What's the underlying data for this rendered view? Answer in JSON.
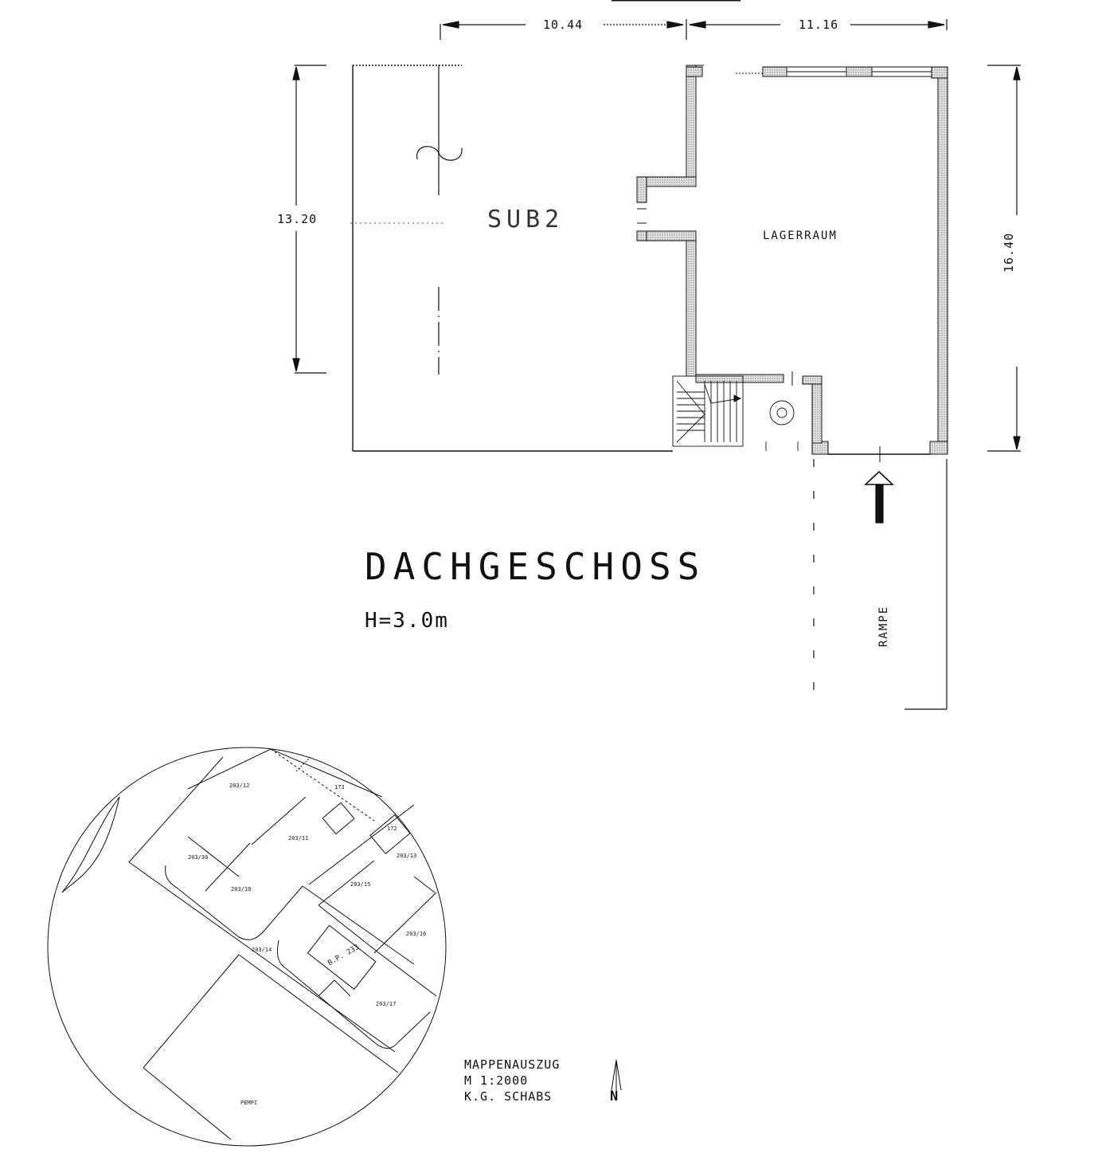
{
  "plan": {
    "title": "DACHGESCHOSS",
    "height_label": "H=3.0m",
    "dimensions": {
      "top_left": "10.44",
      "top_right": "11.16",
      "left": "13.20",
      "right": "16.40"
    },
    "rooms": {
      "left": "SUB2",
      "right": "LAGERRAUM"
    },
    "ramp_label": "RAMPE"
  },
  "map": {
    "caption_line1": "MAPPENAUSZUG",
    "caption_line2": "M 1:2000",
    "caption_line3": "K.G. SCHABS",
    "north_label": "N",
    "parcels": [
      "203/12",
      "173",
      "203/11",
      "172",
      "203/30",
      "203/13",
      "203/10",
      "203/15",
      "203/16",
      "203/14",
      "B.P. 233",
      "203/17",
      "PEMPI"
    ]
  },
  "colors": {
    "line": "#111111",
    "wall_fill": "#d8d8d8",
    "background": "#ffffff"
  }
}
